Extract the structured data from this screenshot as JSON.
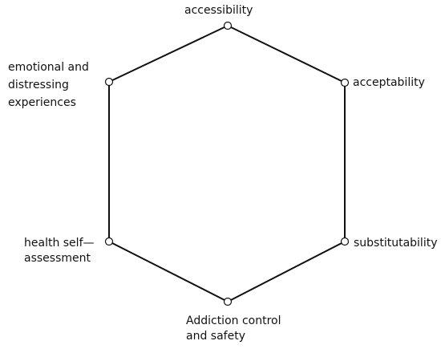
{
  "diagram": {
    "shape": "hexagon",
    "stroke_color": "#111111",
    "background": "#ffffff",
    "vertices": [
      {
        "id": "accessibility",
        "lines": [
          "accessibility"
        ]
      },
      {
        "id": "acceptability",
        "lines": [
          "acceptability"
        ]
      },
      {
        "id": "substitutability",
        "lines": [
          "substitutability"
        ]
      },
      {
        "id": "addiction-control",
        "lines": [
          "Addiction control",
          "and safety"
        ]
      },
      {
        "id": "health-self-assessment",
        "lines": [
          "health self—",
          "assessment"
        ]
      },
      {
        "id": "emotional-experiences",
        "lines": [
          "emotional and",
          "distressing",
          "experiences"
        ]
      }
    ]
  }
}
